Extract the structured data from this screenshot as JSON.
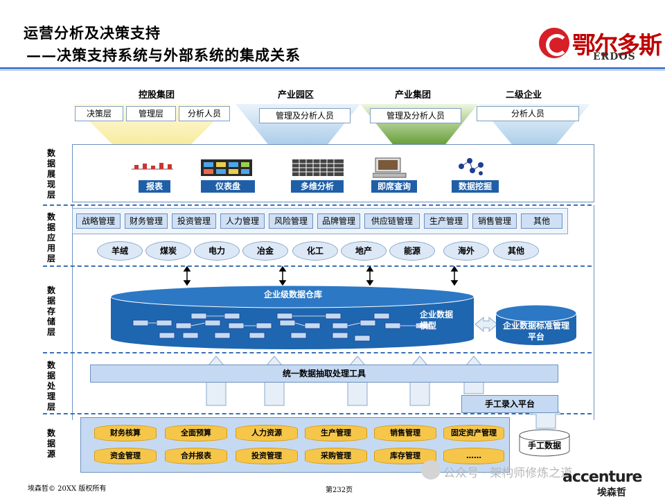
{
  "header": {
    "title_line1": "运营分析及决策支持",
    "title_line2": "——决策支持系统与外部系统的集成关系",
    "logo_cn": "鄂尔多斯",
    "logo_en": "ERDOS"
  },
  "groups": [
    {
      "title": "控股集团",
      "roles": [
        "决策层",
        "管理层",
        "分析人员"
      ]
    },
    {
      "title": "产业园区",
      "roles": [
        "管理及分析人员"
      ]
    },
    {
      "title": "产业集团",
      "roles": [
        "管理及分析人员"
      ]
    },
    {
      "title": "二级企业",
      "roles": [
        "分析人员"
      ]
    }
  ],
  "layers": {
    "presentation": "数据展现层",
    "application": "数据应用层",
    "storage": "数据存储层",
    "processing": "数据处理层",
    "source": "数据源"
  },
  "presentation_items": [
    "报表",
    "仪表盘",
    "多维分析",
    "即席查询",
    "数据挖掘"
  ],
  "app_modules": [
    "战略管理",
    "财务管理",
    "投资管理",
    "人力管理",
    "风险管理",
    "品牌管理",
    "供应链管理",
    "生产管理",
    "销售管理",
    "其他"
  ],
  "industries": [
    "羊绒",
    "煤炭",
    "电力",
    "冶金",
    "化工",
    "地产",
    "能源",
    "海外",
    "其他"
  ],
  "storage": {
    "warehouse": "企业级数据仓库",
    "model": "企业数据模型",
    "standard_platform": "企业数据标准管理平台"
  },
  "processing": {
    "etl_tool": "统一数据抽取处理工具",
    "manual_entry": "手工录入平台"
  },
  "sources": [
    "财务核算",
    "全面预算",
    "人力资源",
    "生产管理",
    "销售管理",
    "固定资产管理",
    "资金管理",
    "合并报表",
    "投资管理",
    "采购管理",
    "库存管理",
    "……"
  ],
  "manual_data": "手工数据",
  "footer": {
    "copyright": "埃森哲© 20XX 版权所有",
    "page": "第232页",
    "watermark": "公众号 · 架构师修炼之道",
    "brand_en": "accenture",
    "brand_cn": "埃森哲"
  },
  "colors": {
    "accent_blue": "#1f5fa8",
    "source_yellow": "#f6c64a",
    "header_line": "#4a7cc9"
  }
}
